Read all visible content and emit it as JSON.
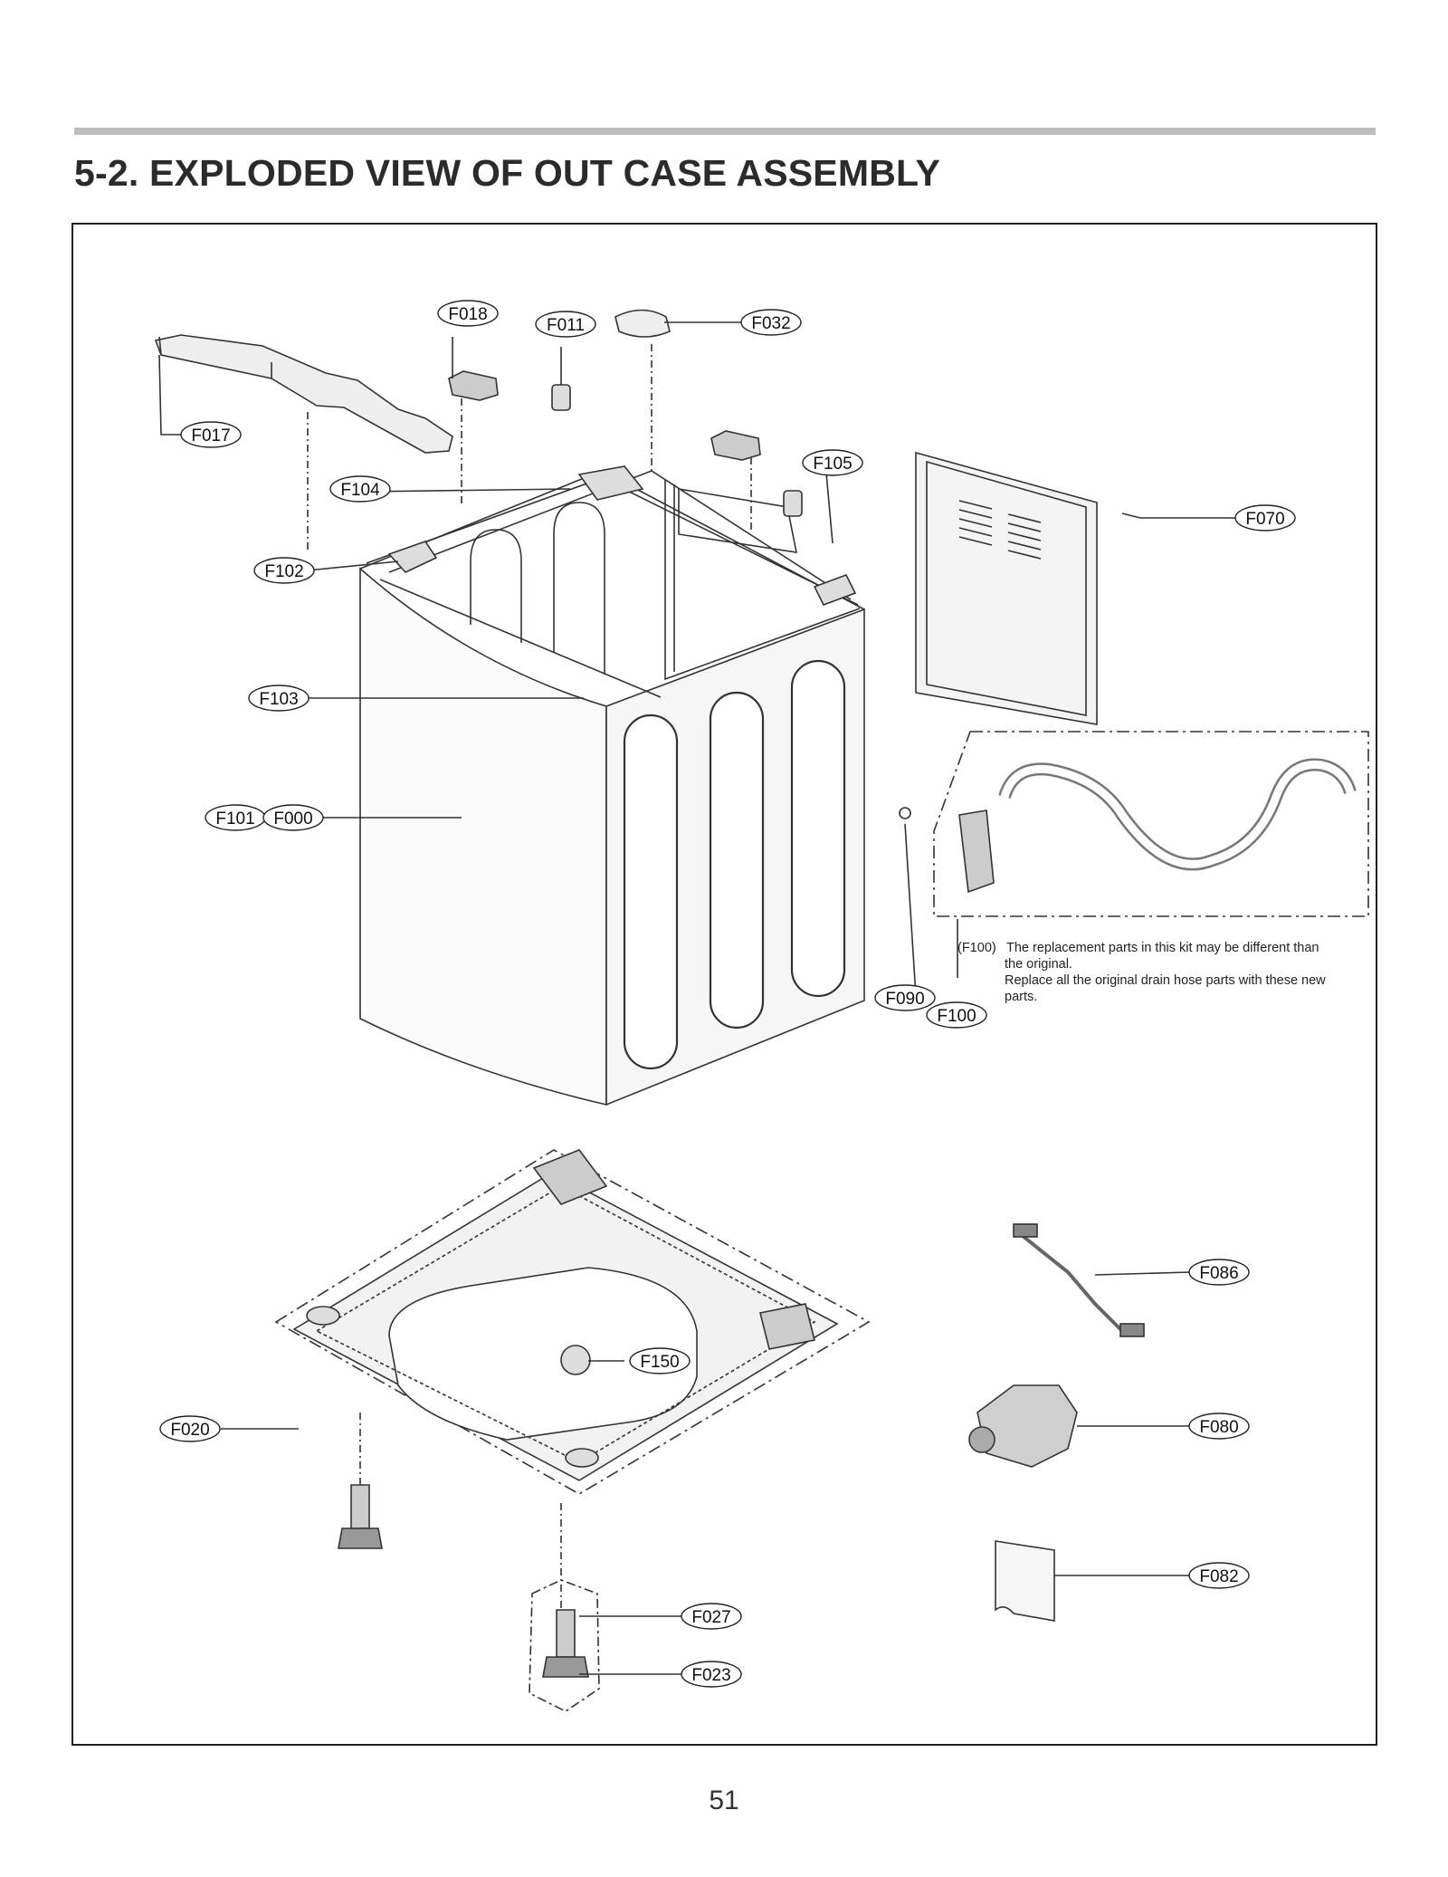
{
  "document": {
    "title": "5-2. EXPLODED VIEW OF OUT CASE ASSEMBLY",
    "page_number": "51"
  },
  "callouts": {
    "F000": "F000",
    "F011": "F011",
    "F017": "F017",
    "F018": "F018",
    "F020": "F020",
    "F023": "F023",
    "F027": "F027",
    "F032": "F032",
    "F070": "F070",
    "F080": "F080",
    "F082": "F082",
    "F086": "F086",
    "F090": "F090",
    "F100": "F100",
    "F101": "F101",
    "F102": "F102",
    "F103": "F103",
    "F104": "F104",
    "F105": "F105",
    "F150": "F150"
  },
  "note": {
    "ref": "(F100)",
    "line1": "The replacement parts in this kit may be different  than",
    "line2": "the original.",
    "line3": "Replace all the original drain hose parts with these new",
    "line4": "parts."
  }
}
